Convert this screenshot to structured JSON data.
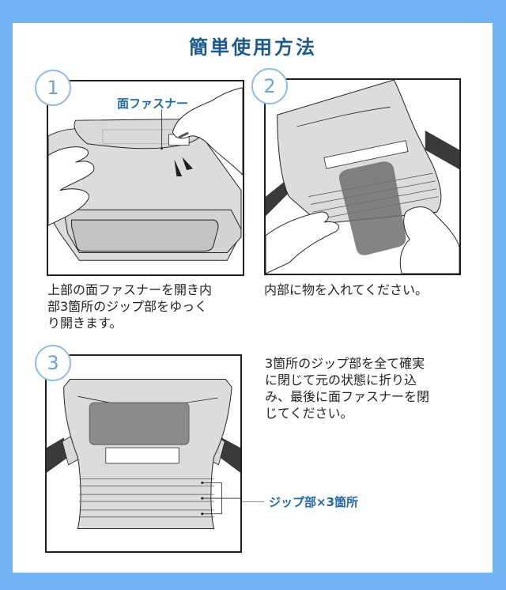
{
  "title": "簡単使用方法",
  "colors": {
    "background": "#71b3f4",
    "panel": "#ffffff",
    "title": "#1a5a8c",
    "step_circle_border": "#8fbde8",
    "step_circle_text": "#6aa3dc",
    "callout_text": "#1f6aa6",
    "frame_border": "#231f20"
  },
  "steps": [
    {
      "number": "1",
      "callout": "面ファスナー",
      "caption_lines": [
        "上部の面ファスナーを開き内",
        "部3箇所のジップ部をゆっく",
        "り開きます。"
      ]
    },
    {
      "number": "2",
      "caption_lines": [
        "内部に物を入れてください。"
      ]
    },
    {
      "number": "3",
      "callout": "ジップ部×3箇所",
      "caption_lines": [
        "3箇所のジップ部を全て確実",
        "に閉じて元の状態に折り込",
        "み、最後に面ファスナーを閉",
        "じてください。"
      ]
    }
  ]
}
